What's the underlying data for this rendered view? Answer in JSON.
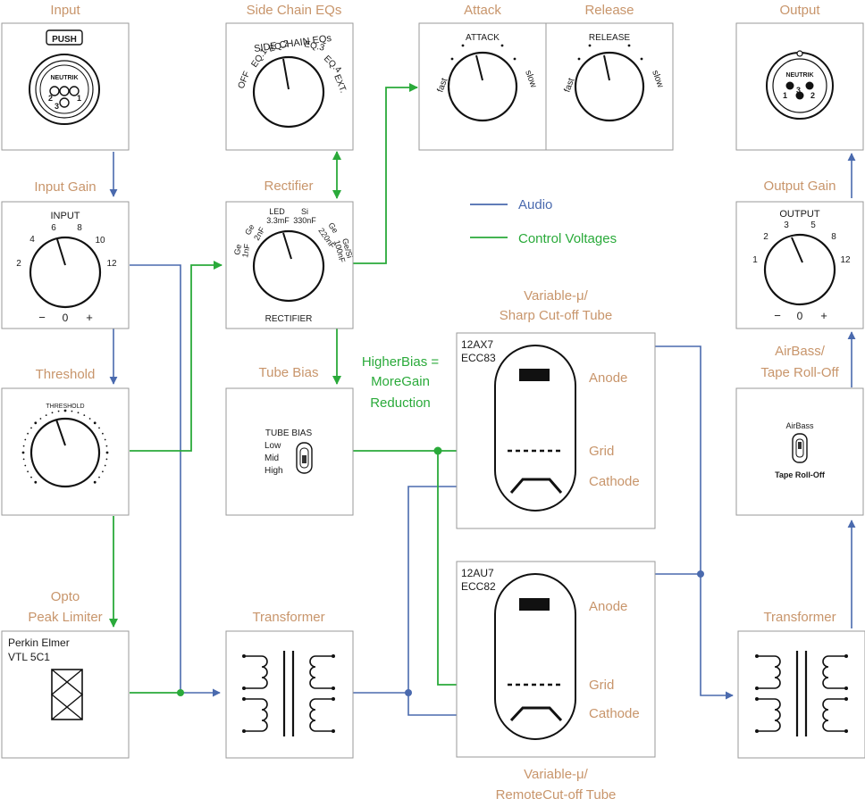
{
  "colors": {
    "title": "#c8956b",
    "audio": "#4a6aae",
    "control": "#2aaa3a"
  },
  "titles": {
    "input": "Input",
    "side_chain": "Side Chain EQs",
    "attack": "Attack",
    "release": "Release",
    "output": "Output",
    "input_gain": "Input Gain",
    "rectifier": "Rectifier",
    "output_gain": "Output Gain",
    "threshold": "Threshold",
    "tube_bias": "Tube Bias",
    "airbass_1": "AirBass/",
    "airbass_2": "Tape Roll-Off",
    "opto_1": "Opto",
    "opto_2": "Peak Limiter",
    "transformer_1": "Transformer",
    "transformer_2": "Transformer",
    "tube1_1": "Variable-μ/",
    "tube1_2": "Sharp Cut-off Tube",
    "tube2_1": "Variable-μ/",
    "tube2_2": "RemoteCut-off Tube"
  },
  "legend": {
    "audio": "Audio",
    "control": "Control Voltages"
  },
  "bias_note": [
    "HigherBias =",
    "MoreGain",
    "Reduction"
  ],
  "xlr_in": {
    "push": "PUSH",
    "brand": "NEUTRIK",
    "pins": [
      "2",
      "1",
      "3"
    ]
  },
  "xlr_out": {
    "brand": "NEUTRIK",
    "pins": [
      "1",
      "3",
      "2"
    ]
  },
  "side_chain": {
    "heading": "SIDE CHAIN EQs",
    "labels": [
      "OFF",
      "EQ.1",
      "EQ.2",
      "EQ.3",
      "EQ.4",
      "EXT."
    ]
  },
  "attack": {
    "heading": "ATTACK",
    "left": "fast",
    "right": "slow"
  },
  "release": {
    "heading": "RELEASE",
    "left": "fast",
    "right": "slow"
  },
  "input_gain": {
    "heading": "INPUT",
    "scale": [
      "2",
      "4",
      "6",
      "8",
      "10",
      "12"
    ],
    "minus": "−",
    "zero": "0",
    "plus": "+"
  },
  "output_gain": {
    "heading": "OUTPUT",
    "scale": [
      "1",
      "2",
      "3",
      "5",
      "8",
      "12"
    ],
    "minus": "−",
    "zero": "0",
    "plus": "+"
  },
  "rectifier": {
    "heading": "RECTIFIER",
    "labels": [
      "Ge",
      "1nF",
      "Ge",
      "2nF",
      "LED",
      "3.3mF",
      "Si",
      "330nF",
      "Ge",
      "220nF",
      "Ge/Si",
      "100nF"
    ]
  },
  "threshold": {
    "heading": "THRESHOLD"
  },
  "tube_bias": {
    "heading": "TUBE BIAS",
    "options": [
      "Low",
      "Mid",
      "High"
    ]
  },
  "airbass": {
    "top": "AirBass",
    "bottom": "Tape Roll-Off"
  },
  "opto": {
    "line1": "Perkin Elmer",
    "line2": "VTL 5C1"
  },
  "tube1": {
    "model1": "12AX7",
    "model2": "ECC83",
    "anode": "Anode",
    "grid": "Grid",
    "cathode": "Cathode"
  },
  "tube2": {
    "model1": "12AU7",
    "model2": "ECC82",
    "anode": "Anode",
    "grid": "Grid",
    "cathode": "Cathode"
  }
}
